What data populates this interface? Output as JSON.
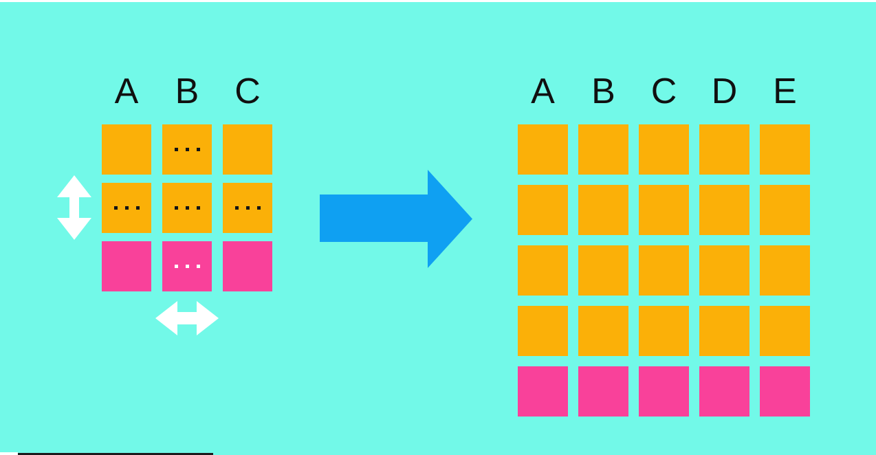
{
  "diagram": {
    "title": "column-expansion-diagram",
    "description": "A compact matrix with 3 labeled columns and ellipsis placeholder cells expands into a full matrix with 5 labeled columns; top rows are orange cells, bottom row is pink cells.",
    "colors": {
      "background": "#72F9E8",
      "cell_orange": "#FBB008",
      "cell_pink": "#F9419A",
      "arrow_blue": "#0FA0F2",
      "arrow_white": "#FFFFFF",
      "label_text": "#101010"
    },
    "left_panel": {
      "column_labels": [
        "A",
        "B",
        "C"
      ],
      "rows": [
        [
          {
            "color": "orange",
            "dots": false
          },
          {
            "color": "orange",
            "dots": true
          },
          {
            "color": "orange",
            "dots": false
          }
        ],
        [
          {
            "color": "orange",
            "dots": true
          },
          {
            "color": "orange",
            "dots": true
          },
          {
            "color": "orange",
            "dots": true
          }
        ],
        [
          {
            "color": "pink",
            "dots": false
          },
          {
            "color": "pink",
            "dots": true
          },
          {
            "color": "pink",
            "dots": false
          }
        ]
      ],
      "icons": {
        "vertical_expand": "double-headed-vertical-arrow",
        "horizontal_expand": "double-headed-horizontal-arrow"
      }
    },
    "transform": {
      "icon": "right-arrow",
      "direction": "left-to-right"
    },
    "right_panel": {
      "column_labels": [
        "A",
        "B",
        "C",
        "D",
        "E"
      ],
      "rows": [
        [
          {
            "color": "orange",
            "dots": false
          },
          {
            "color": "orange",
            "dots": false
          },
          {
            "color": "orange",
            "dots": false
          },
          {
            "color": "orange",
            "dots": false
          },
          {
            "color": "orange",
            "dots": false
          }
        ],
        [
          {
            "color": "orange",
            "dots": false
          },
          {
            "color": "orange",
            "dots": false
          },
          {
            "color": "orange",
            "dots": false
          },
          {
            "color": "orange",
            "dots": false
          },
          {
            "color": "orange",
            "dots": false
          }
        ],
        [
          {
            "color": "orange",
            "dots": false
          },
          {
            "color": "orange",
            "dots": false
          },
          {
            "color": "orange",
            "dots": false
          },
          {
            "color": "orange",
            "dots": false
          },
          {
            "color": "orange",
            "dots": false
          }
        ],
        [
          {
            "color": "orange",
            "dots": false
          },
          {
            "color": "orange",
            "dots": false
          },
          {
            "color": "orange",
            "dots": false
          },
          {
            "color": "orange",
            "dots": false
          },
          {
            "color": "orange",
            "dots": false
          }
        ],
        [
          {
            "color": "pink",
            "dots": false
          },
          {
            "color": "pink",
            "dots": false
          },
          {
            "color": "pink",
            "dots": false
          },
          {
            "color": "pink",
            "dots": false
          },
          {
            "color": "pink",
            "dots": false
          }
        ]
      ]
    }
  }
}
